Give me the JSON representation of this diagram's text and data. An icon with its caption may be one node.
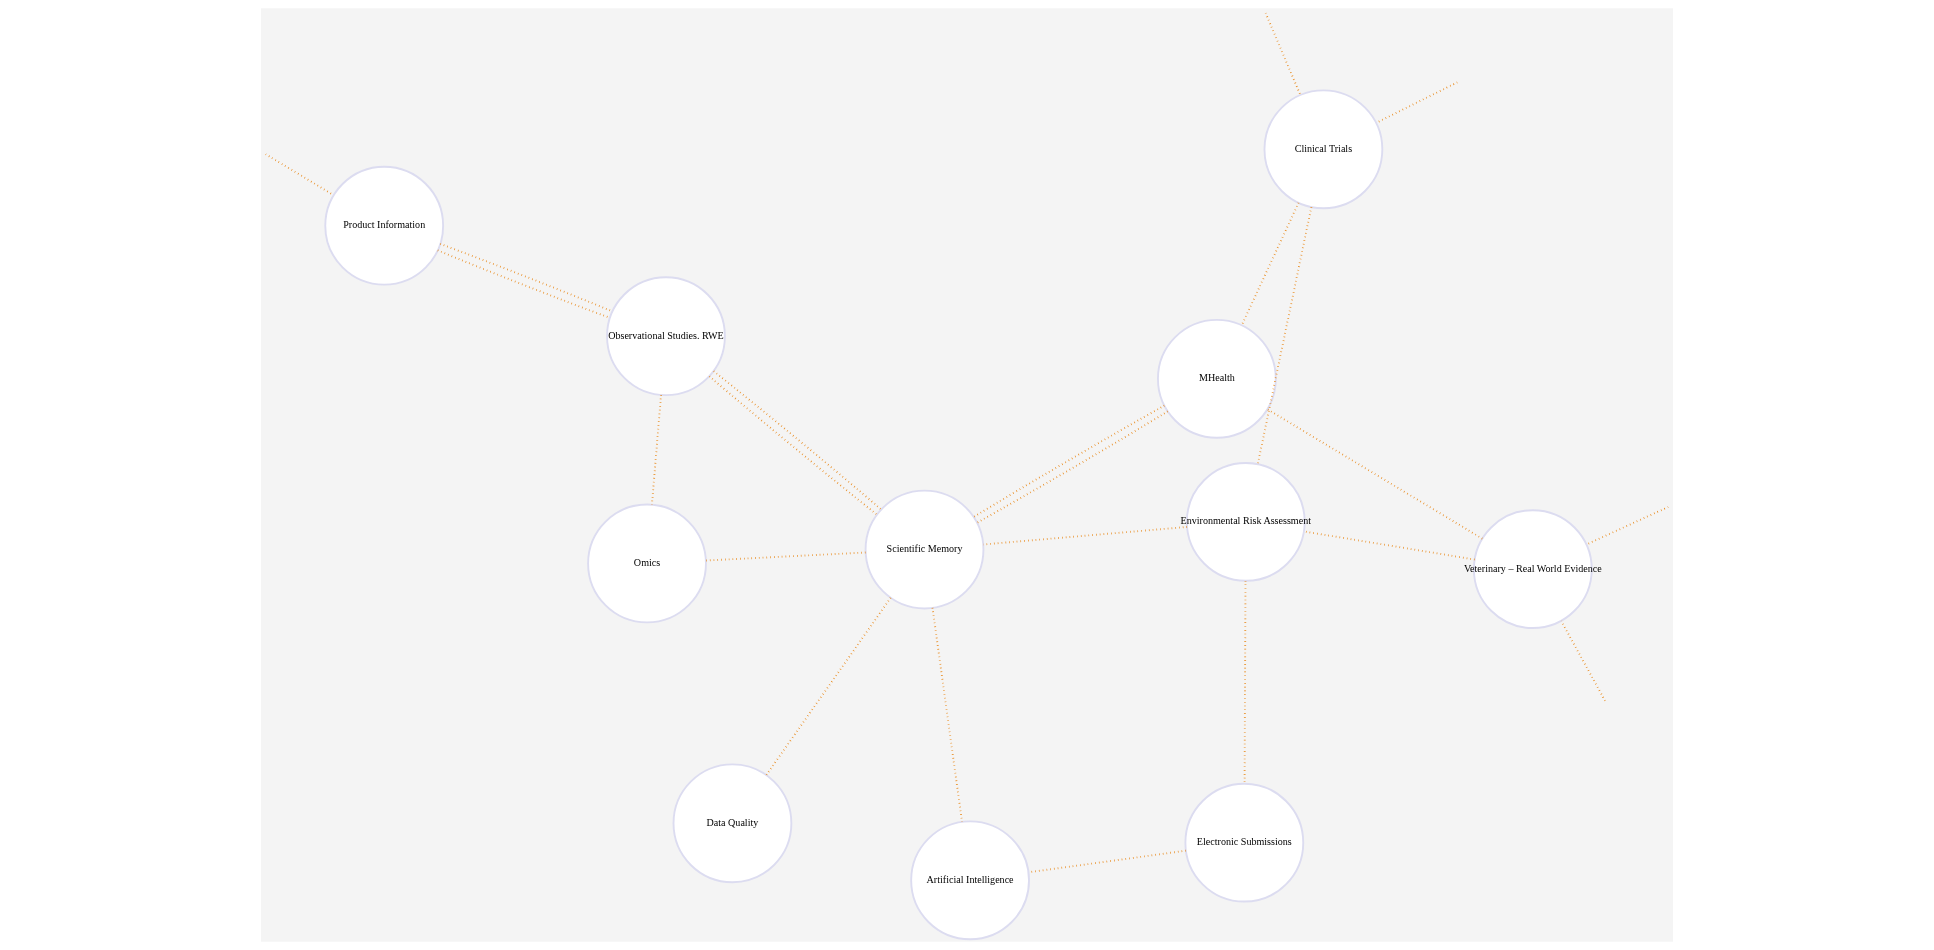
{
  "diagram": {
    "nodes": [
      {
        "text": [
          "Product Information"
        ]
      },
      {
        "text": [
          "Observational Studies. RWE"
        ]
      },
      {
        "text": [
          "Omics"
        ]
      },
      {
        "text": [
          "Scientific Memory"
        ]
      },
      {
        "text": [
          "Clinical Trials"
        ]
      },
      {
        "text": [
          "MHealth"
        ]
      },
      {
        "text": [
          "Data Quality"
        ]
      },
      {
        "text": [
          "Veterinary – Real World Evidence"
        ]
      },
      {
        "text": [
          "Environmental Risk Assessment"
        ]
      },
      {
        "text": [
          "Electronic Submissions"
        ]
      },
      {
        "text": [
          "Artificial Intelligence"
        ]
      }
    ],
    "edges": [
      {
        "from": null,
        "to": 0,
        "arrow": "none"
      },
      {
        "from": 0,
        "to": 1,
        "arrow": "none"
      },
      {
        "from": 0,
        "to": 1,
        "arrow": "none"
      },
      {
        "from": 1,
        "to": 2,
        "arrow": "none"
      },
      {
        "from": 1,
        "to": 3,
        "arrow": "none"
      },
      {
        "from": 1,
        "to": 3,
        "arrow": "none"
      },
      {
        "from": 3,
        "to": 2,
        "arrow": "none"
      },
      {
        "from": null,
        "to": 4,
        "arrow": "none"
      },
      {
        "from": null,
        "to": 4,
        "arrow": "none"
      },
      {
        "from": 4,
        "to": 5,
        "arrow": "none"
      },
      {
        "from": 5,
        "to": 3,
        "arrow": "none"
      },
      {
        "from": 5,
        "to": 3,
        "arrow": "none"
      },
      {
        "from": 3,
        "to": 6,
        "arrow": "none"
      },
      {
        "from": 4,
        "to": 8,
        "arrow": "none"
      },
      {
        "from": 7,
        "to": 5,
        "arrow": "none"
      },
      {
        "from": null,
        "to": 7,
        "arrow": "none"
      },
      {
        "from": null,
        "to": 7,
        "arrow": "none"
      },
      {
        "from": 7,
        "to": 8,
        "arrow": "none"
      },
      {
        "from": 8,
        "to": 3,
        "arrow": "none"
      },
      {
        "from": 8,
        "to": 9,
        "arrow": "none"
      },
      {
        "from": 3,
        "to": 10,
        "arrow": "none"
      },
      {
        "from": 9,
        "to": 10,
        "arrow": "none"
      }
    ]
  }
}
